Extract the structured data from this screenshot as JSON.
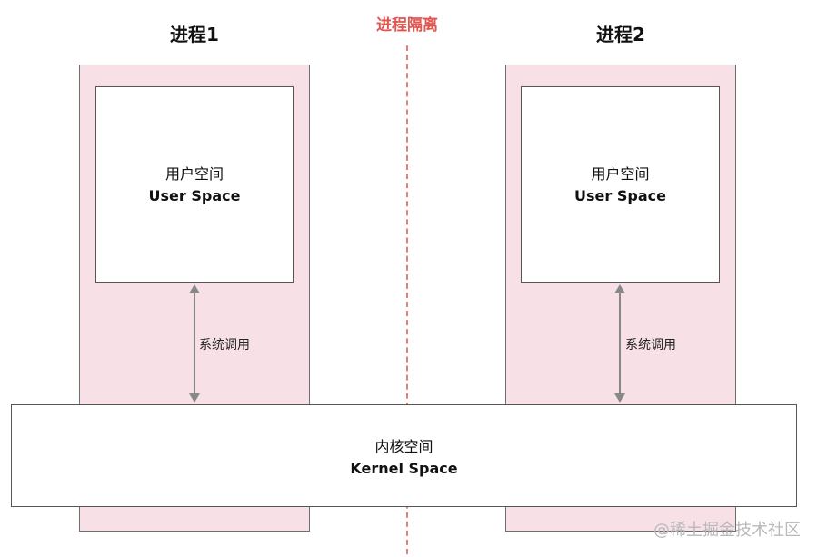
{
  "colors": {
    "process_fill": "#f8e1e6",
    "isolation_accent": "#e2544f",
    "arrow": "#888888"
  },
  "isolation": {
    "label": "进程隔离"
  },
  "processes": [
    {
      "title": "进程1",
      "user_space": {
        "zh": "用户空间",
        "en": "User Space"
      },
      "syscall_label": "系统调用"
    },
    {
      "title": "进程2",
      "user_space": {
        "zh": "用户空间",
        "en": "User Space"
      },
      "syscall_label": "系统调用"
    }
  ],
  "kernel_space": {
    "zh": "内核空间",
    "en": "Kernel Space"
  },
  "watermark": {
    "text": "@稀土掘金技术社区"
  }
}
